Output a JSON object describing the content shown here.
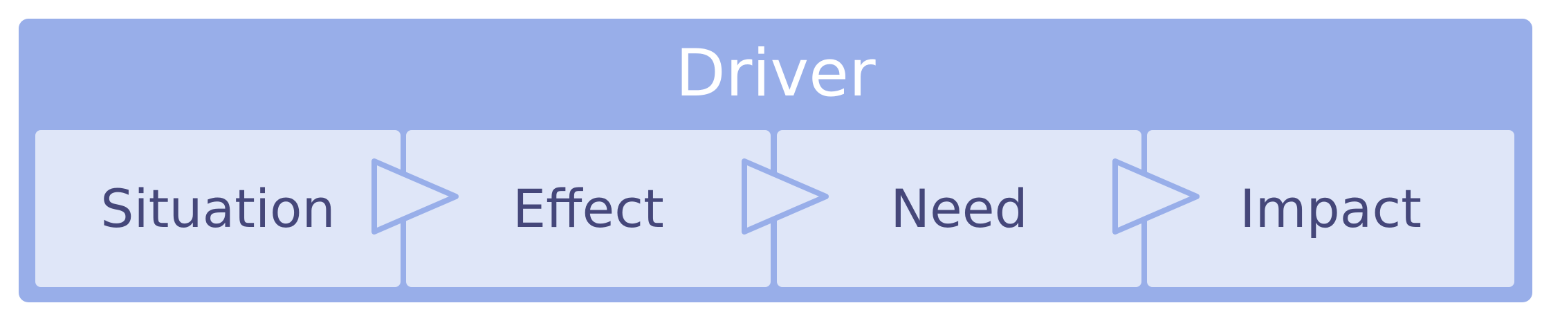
{
  "title": "Driver",
  "steps": [
    "Situation",
    "Effect",
    "Need",
    "Impact"
  ],
  "colors": {
    "outer_fill": "#98aee9",
    "step_fill": "#dfe6f8",
    "step_text": "#45477a",
    "title_text": "#ffffff",
    "arrow_stroke": "#98aee9"
  },
  "icons": {
    "connector": "triangle-arrow-icon"
  }
}
